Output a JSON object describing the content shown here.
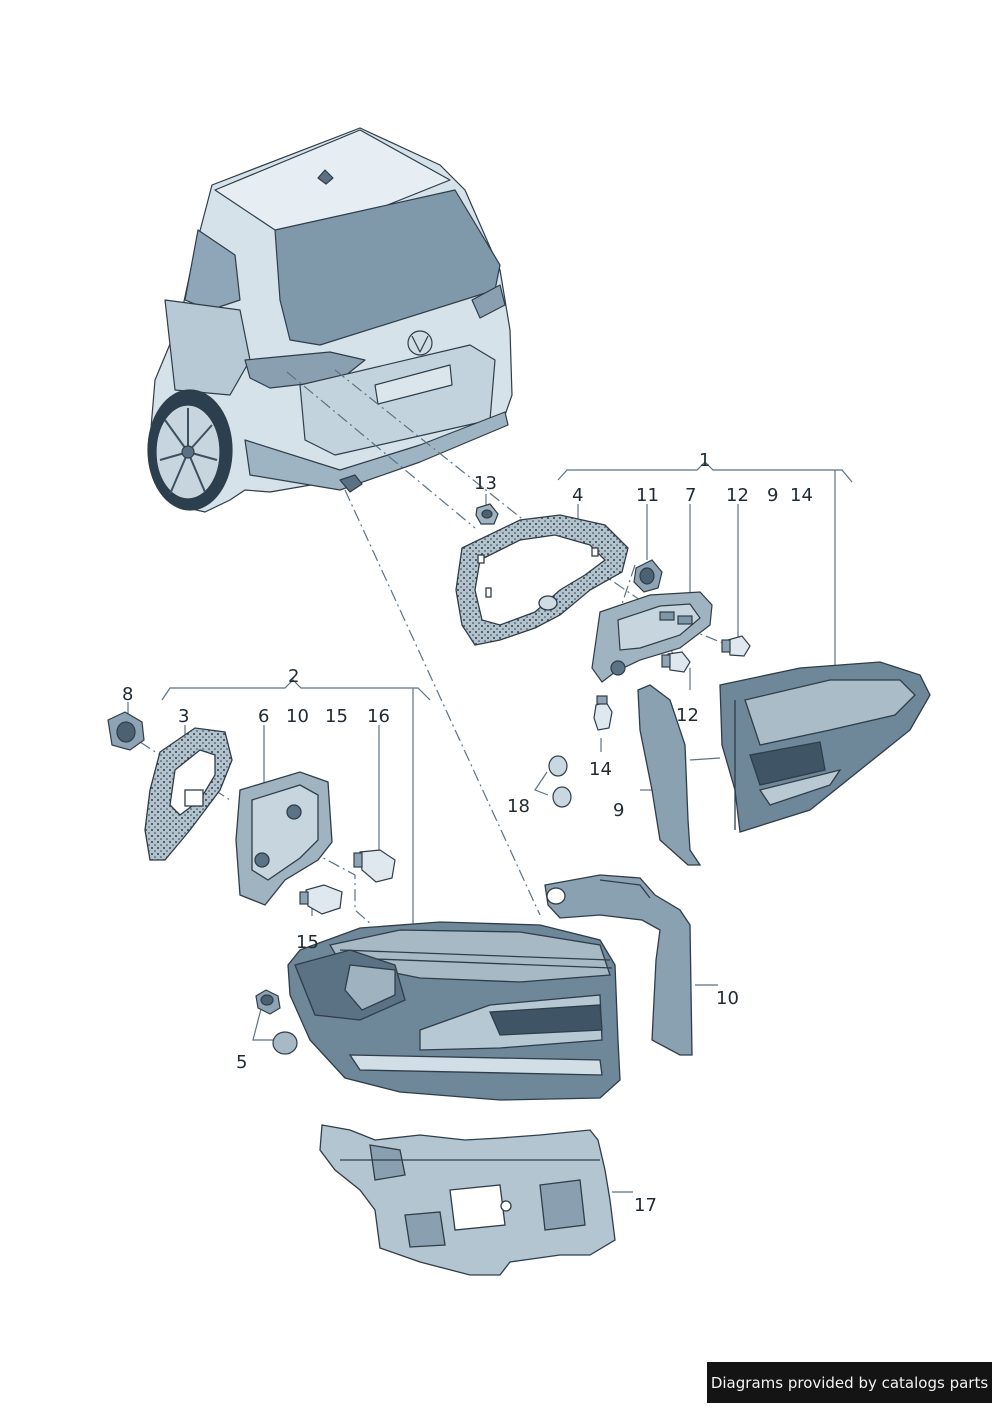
{
  "callouts": {
    "n1": "1",
    "n2": "2",
    "n3": "3",
    "n4": "4",
    "n5": "5",
    "n6": "6",
    "n7": "7",
    "n8": "8",
    "n9a": "9",
    "n9b": "9",
    "n10a": "10",
    "n10b": "10",
    "n11": "11",
    "n12a": "12",
    "n12b": "12",
    "n13": "13",
    "n14a": "14",
    "n14b": "14",
    "n15a": "15",
    "n15b": "15",
    "n16": "16",
    "n17": "17",
    "n18": "18"
  },
  "footer": {
    "credit": "Diagrams provided by catalogs parts"
  },
  "colors": {
    "line": "#2f3d49",
    "body": "#c9d9e2",
    "shade": "#8fa6b6",
    "dark": "#4c6273",
    "gasket": "#a8b9c4"
  }
}
